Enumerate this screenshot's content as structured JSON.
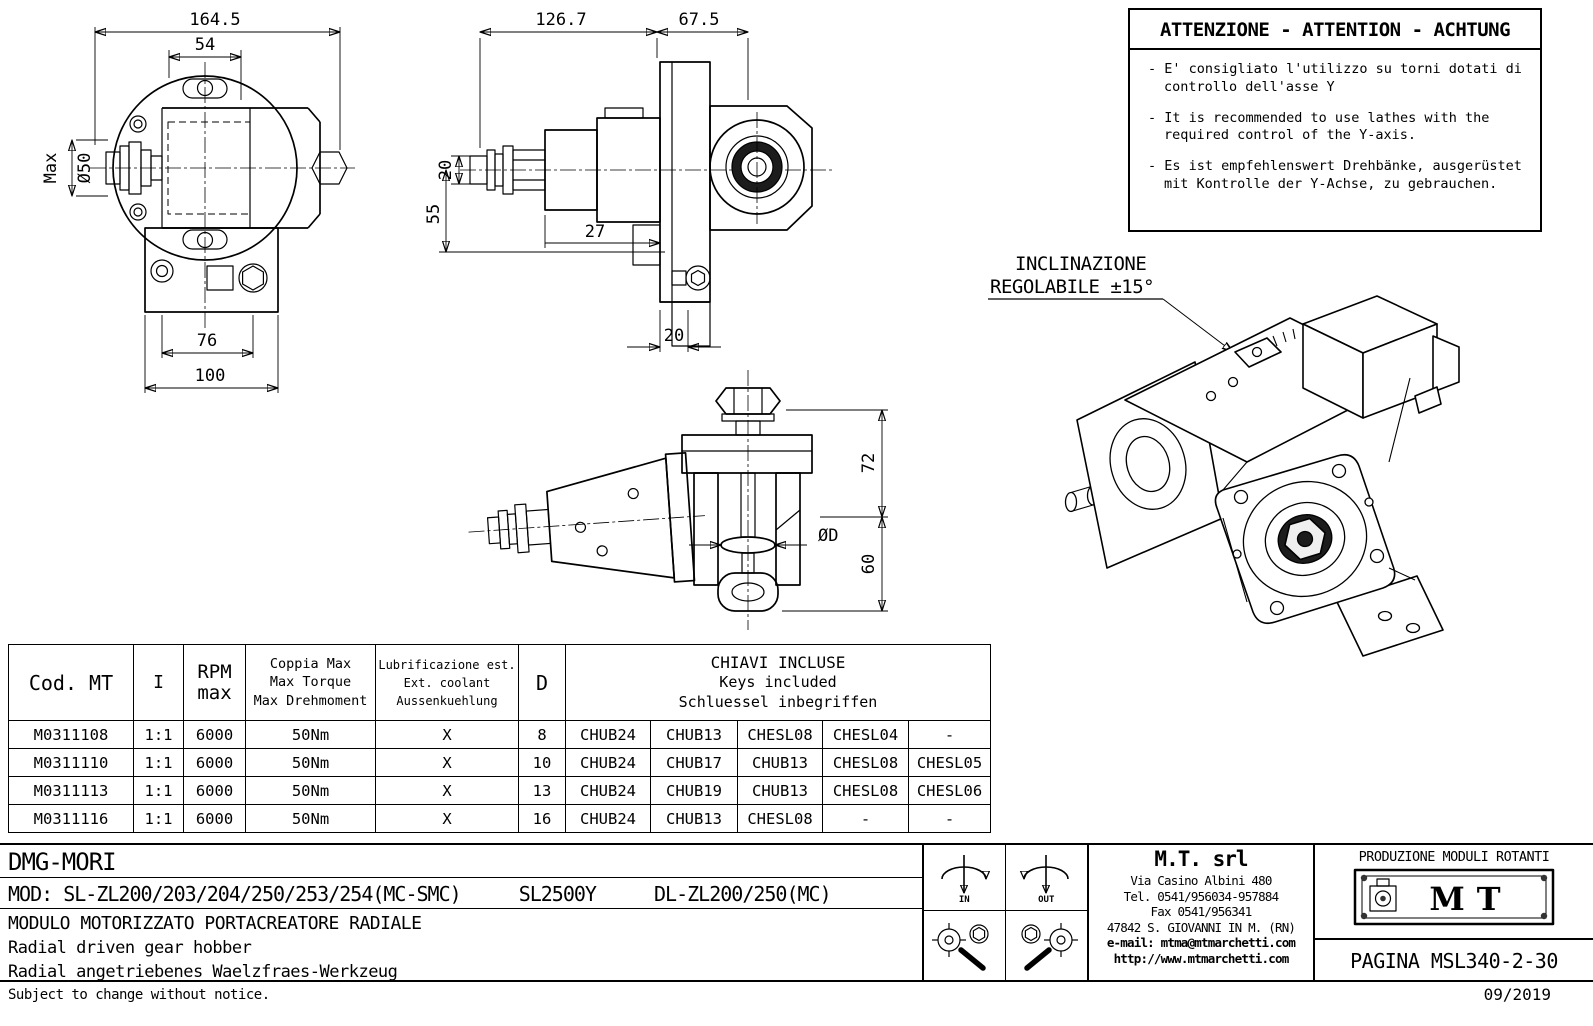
{
  "warning": {
    "title": "ATTENZIONE - ATTENTION - ACHTUNG",
    "item_it": "- E' consigliato l'utilizzo su torni dotati di controllo dell'asse Y",
    "item_en": "- It is recommended to use lathes with the required control of the Y-axis.",
    "item_de": "- Es ist empfehlenswert Drehbänke, ausgerüstet mit Kontrolle der Y-Achse, zu gebrauchen."
  },
  "front_view": {
    "dim_width_total": "164.5",
    "dim_width_inner": "54",
    "dim_max": "Max",
    "dim_diameter": "Ø50",
    "dim_base_inner": "76",
    "dim_base_total": "100"
  },
  "side_view": {
    "dim_length_left": "126.7",
    "dim_length_right": "67.5",
    "dim_20_top": "20",
    "dim_55": "55",
    "dim_27": "27",
    "dim_20_bottom": "20"
  },
  "lower_view": {
    "dim_72": "72",
    "dim_diameter": "ØD",
    "dim_60": "60"
  },
  "iso_view": {
    "label_line1": "INCLINAZIONE",
    "label_line2": "REGOLABILE ±15°"
  },
  "table": {
    "h_cod": "Cod. MT",
    "h_ratio": "I",
    "h_rpm1": "RPM",
    "h_rpm2": "max",
    "h_torque1": "Coppia Max",
    "h_torque2": "Max Torque",
    "h_torque3": "Max Drehmoment",
    "h_lube1": "Lubrificazione est.",
    "h_lube2": "Ext. coolant",
    "h_lube3": "Aussenkuehlung",
    "h_d": "D",
    "h_keys1": "CHIAVI INCLUSE",
    "h_keys2": "Keys included",
    "h_keys3": "Schluessel inbegriffen",
    "rows": [
      [
        "M0311108",
        "1:1",
        "6000",
        "50Nm",
        "X",
        "8",
        "CHUB24",
        "CHUB13",
        "CHESL08",
        "CHESL04",
        "-"
      ],
      [
        "M0311110",
        "1:1",
        "6000",
        "50Nm",
        "X",
        "10",
        "CHUB24",
        "CHUB17",
        "CHUB13",
        "CHESL08",
        "CHESL05"
      ],
      [
        "M0311113",
        "1:1",
        "6000",
        "50Nm",
        "X",
        "13",
        "CHUB24",
        "CHUB19",
        "CHUB13",
        "CHESL08",
        "CHESL06"
      ],
      [
        "M0311116",
        "1:1",
        "6000",
        "50Nm",
        "X",
        "16",
        "CHUB24",
        "CHUB13",
        "CHESL08",
        "-",
        "-"
      ]
    ]
  },
  "title_block": {
    "customer": "DMG-MORI",
    "mod_label": "MOD: SL-ZL200/203/204/250/253/254(MC-SMC)",
    "mod_extra1": "SL2500Y",
    "mod_extra2": "DL-ZL200/250(MC)",
    "desc_it": "MODULO MOTORIZZATO PORTACREATORE RADIALE",
    "desc_en": "Radial driven gear hobber",
    "desc_de": "Radial angetriebenes Waelzfraes-Werkzeug",
    "in_label": "IN",
    "out_label": "OUT",
    "company": "M.T. srl",
    "address1": "Via Casino Albini 480",
    "address2": "Tel. 0541/956034-957884",
    "address3": "Fax 0541/956341",
    "address4": "47842 S. GIOVANNI IN M. (RN)",
    "address5": "e-mail: mtma@mtmarchetti.com",
    "address6": "http://www.mtmarchetti.com",
    "production": "PRODUZIONE MODULI ROTANTI",
    "logo_text": "MT",
    "page_label": "PAGINA MSL340-2-30"
  },
  "footer": {
    "note": "Subject to change without notice.",
    "date": "09/2019"
  }
}
